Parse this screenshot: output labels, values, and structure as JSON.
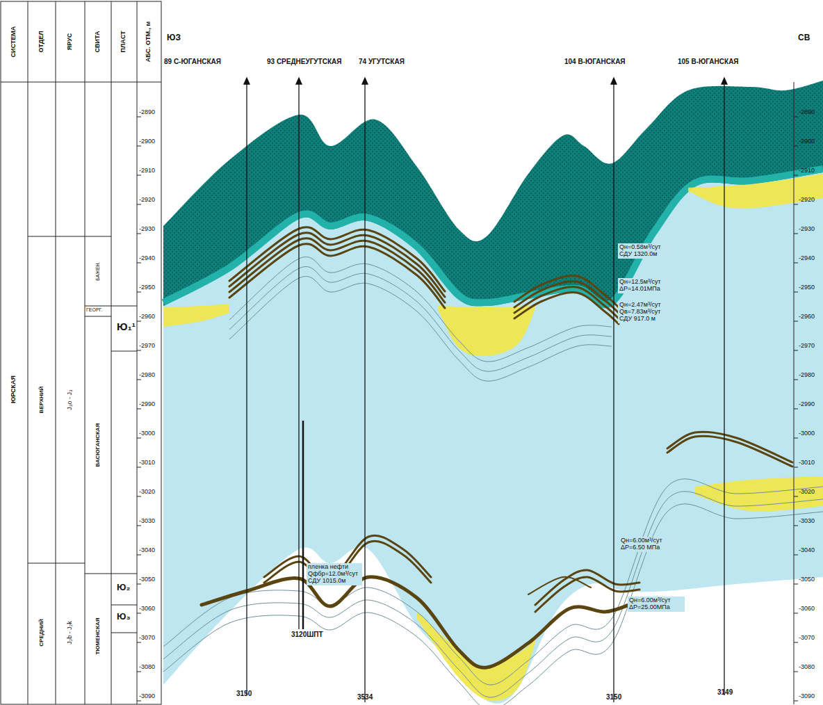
{
  "diagram": {
    "labels": [
      "СИСТЕМА",
      "ОТДЕЛ",
      "ЯРУС",
      "СВИТА",
      "ПЛАСТ",
      "АБС. ОТМ., м",
      "ЮРСКАЯ",
      "ВЕРХНИЙ",
      "J₃o - J₃",
      "СРЕДНИЙ",
      "J₂b - J₂k",
      "БАЖЕН.",
      "ГЕОРГ.",
      "ВАСЮГАНСКАЯ",
      "ТЮМЕНСКАЯ",
      "Ю₁¹",
      "Ю₂",
      "Ю₃",
      "ЮЗ",
      "СВ",
      "89 С-ЮГАНСКАЯ",
      "93 СРЕДНЕУГУТСКАЯ",
      "74 УГУТСКАЯ",
      "104 В-ЮГАНСКАЯ",
      "105 В-ЮГАНСКАЯ",
      "3150",
      "3120ШПТ",
      "3534",
      "3150",
      "3149",
      "Qн=0.58м³/сут СДУ 1320.0м",
      "Qн=12.5м³/сут ΔP=14.01МПа",
      "Qн=2.47м³/сут Qв=7.83м³/сут СДУ 917.0 м",
      "Qн=6.00м³/сут ΔP=6.50 МПа",
      "Qн=6.00м³/сут ΔP=25.00МПа",
      "пленка нефти Qфбр=12.0м³/сут СДУ 1015.0м",
      "-2890",
      "-2900",
      "-2910",
      "-2920",
      "-2930",
      "-2940",
      "-2950",
      "-2960",
      "-2970",
      "-2980",
      "-2990",
      "-3000",
      "-3010",
      "-3020",
      "-3030",
      "-3040",
      "-3050",
      "-3060",
      "-3070",
      "-3080",
      "-3090",
      "-2890",
      "-2900",
      "-2910",
      "-2920",
      "-2930",
      "-2940",
      "-2950",
      "-2960",
      "-2970",
      "-2980",
      "-2990",
      "-3000",
      "-3010",
      "-3020",
      "-3030",
      "-3040",
      "-3050",
      "-3060",
      "-3070",
      "-3080",
      "-3090"
    ]
  }
}
